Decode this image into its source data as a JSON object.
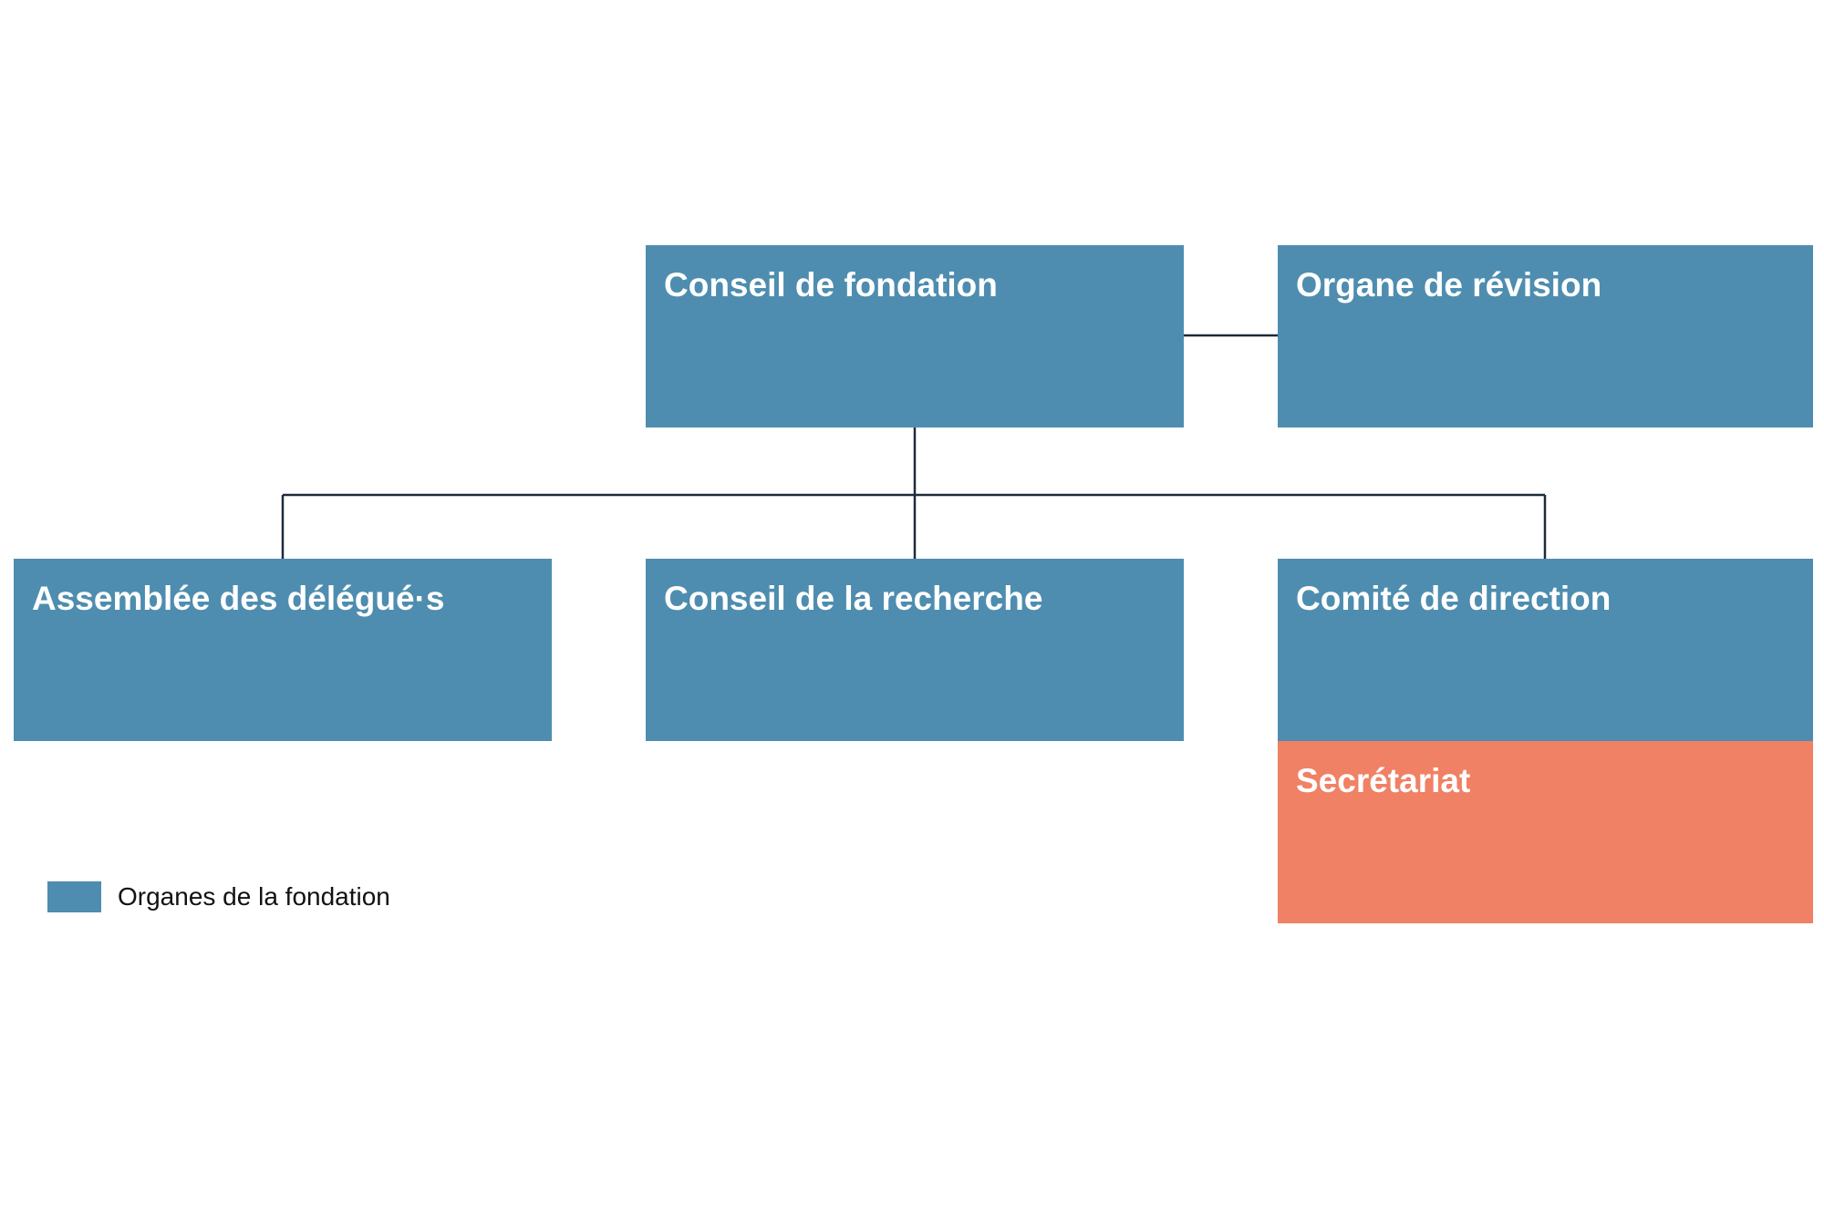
{
  "colors": {
    "organ_box": "#4e8daf",
    "secretariat_box": "#f08165",
    "connector_line": "#1d2b3a",
    "box_text": "#ffffff",
    "background": "#ffffff"
  },
  "org_chart": {
    "top_row": {
      "conseil_fondation": "Conseil de fondation",
      "organe_revision": "Organe de révision"
    },
    "second_row": {
      "assemblee_delegues": "Assemblée des délégué·s",
      "conseil_recherche": "Conseil de la recherche",
      "comite_direction": "Comité de direction"
    },
    "under_comite": {
      "secretariat": "Secrétariat"
    }
  },
  "legend": {
    "items": [
      {
        "label": "Organes de la fondation",
        "color": "#4e8daf"
      }
    ]
  }
}
